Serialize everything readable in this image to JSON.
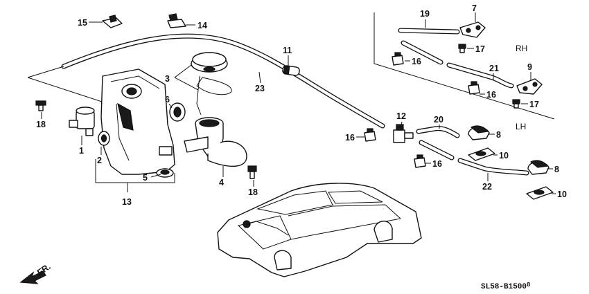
{
  "diagram": {
    "side_labels": {
      "rh": "RH",
      "lh": "LH"
    },
    "front_arrow": "FR.",
    "diagram_code": "SL58-B1500",
    "diagram_code_suffix": "8",
    "part_callouts": {
      "c1": "1",
      "c2": "2",
      "c3": "3",
      "c4": "4",
      "c5": "5",
      "c6": "6",
      "c7": "7",
      "c8a": "8",
      "c8b": "8",
      "c9": "9",
      "c10a": "10",
      "c10b": "10",
      "c11": "11",
      "c12": "12",
      "c13": "13",
      "c14": "14",
      "c15": "15",
      "c16a": "16",
      "c16b": "16",
      "c16c": "16",
      "c16d": "16",
      "c17a": "17",
      "c17b": "17",
      "c18a": "18",
      "c18b": "18",
      "c19": "19",
      "c20": "20",
      "c21": "21",
      "c22": "22",
      "c23": "23"
    }
  }
}
